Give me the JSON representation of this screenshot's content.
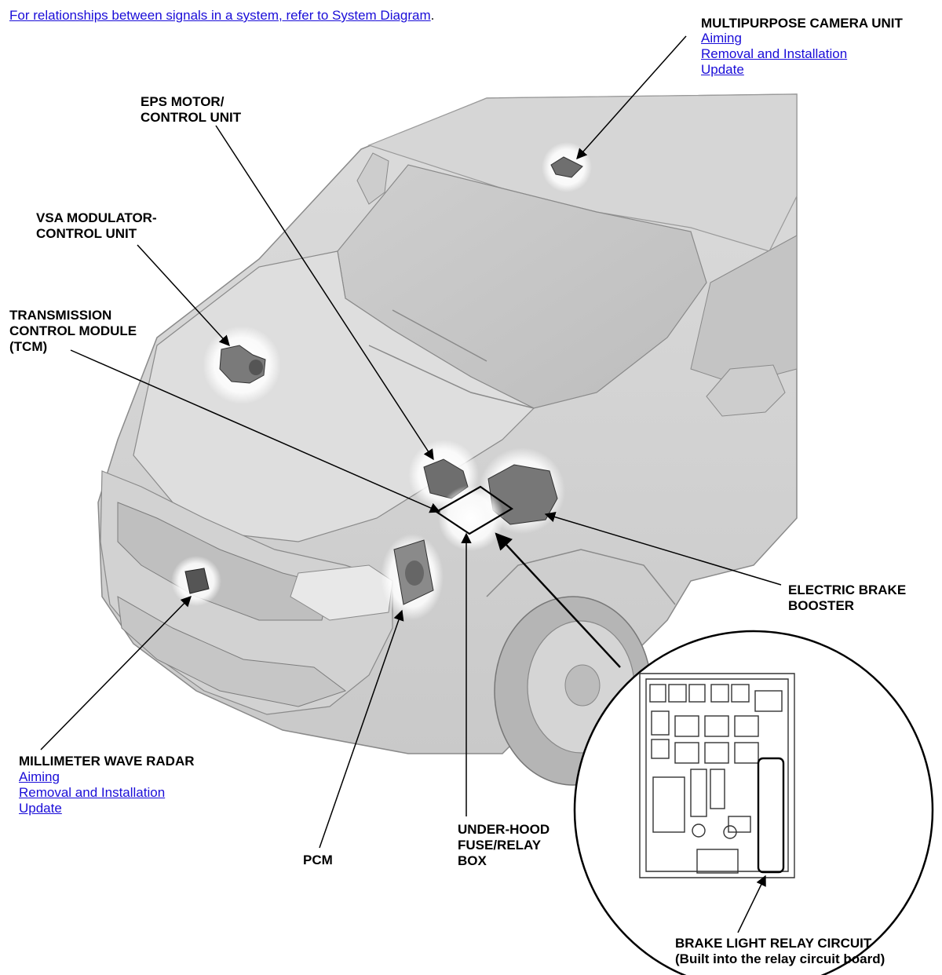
{
  "intro": {
    "link_text": "For relationships between signals in a system, refer to System Diagram",
    "trailing": "."
  },
  "components": {
    "multipurpose_camera": {
      "title": "MULTIPURPOSE CAMERA UNIT",
      "links": [
        "Aiming",
        "Removal and Installation",
        "Update"
      ]
    },
    "eps_motor": {
      "title_line1": "EPS MOTOR/",
      "title_line2": "CONTROL UNIT"
    },
    "vsa_modulator": {
      "title_line1": "VSA MODULATOR-",
      "title_line2": "CONTROL UNIT"
    },
    "tcm": {
      "title_line1": "TRANSMISSION",
      "title_line2": "CONTROL MODULE",
      "title_line3": "(TCM)"
    },
    "electric_brake_booster": {
      "title_line1": "ELECTRIC BRAKE",
      "title_line2": "BOOSTER"
    },
    "millimeter_wave_radar": {
      "title": "MILLIMETER WAVE RADAR",
      "links": [
        "Aiming",
        "Removal and Installation",
        "Update"
      ]
    },
    "pcm": {
      "title": "PCM"
    },
    "under_hood_fuse_box": {
      "title_line1": "UNDER-HOOD",
      "title_line2": "FUSE/RELAY",
      "title_line3": "BOX"
    },
    "brake_light_relay": {
      "title_line1": "BRAKE LIGHT RELAY CIRCUIT",
      "title_line2": "(Built into the relay circuit board)"
    }
  },
  "colors": {
    "link": "#1a0dd8",
    "text": "#000000",
    "vehicle_fill": "#e4e4e4",
    "vehicle_stroke": "#8a8a8a",
    "highlight_glow": "#ffffff"
  }
}
